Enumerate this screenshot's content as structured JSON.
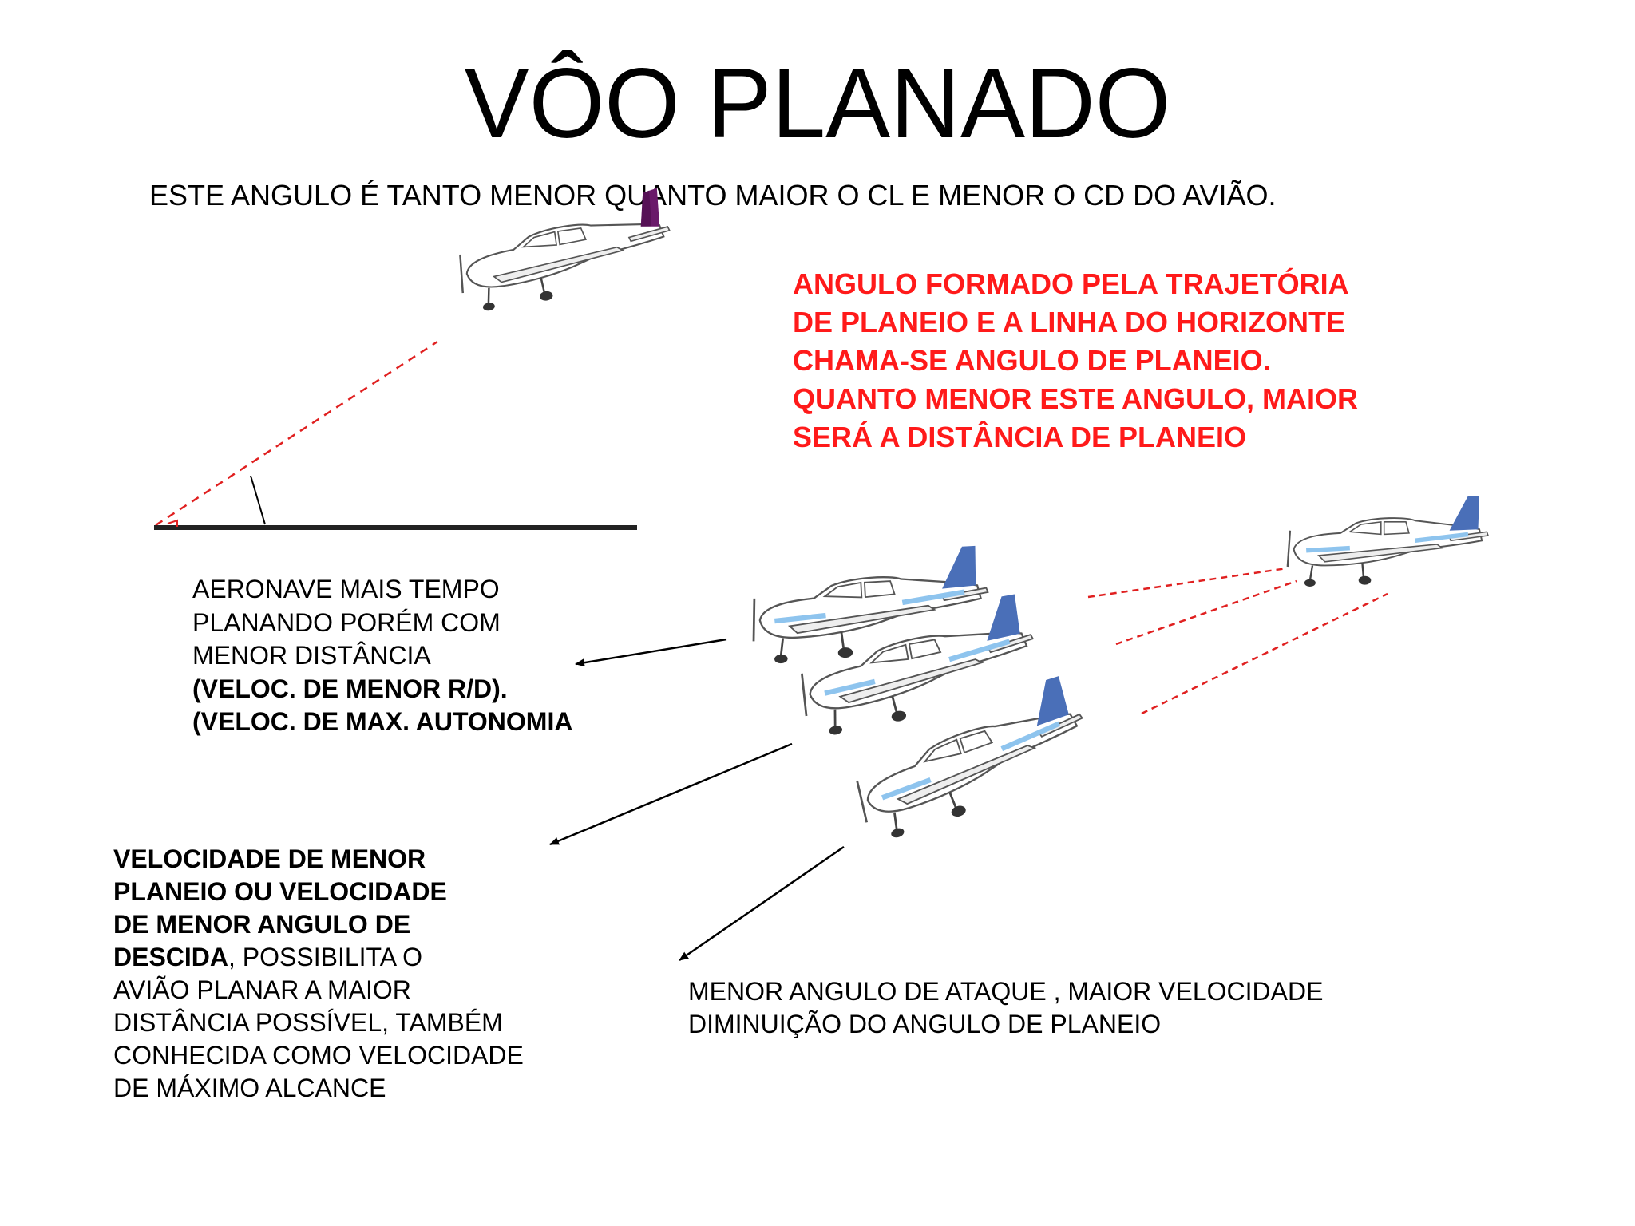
{
  "slide": {
    "title": "VÔO PLANADO",
    "subtitle": "ESTE ANGULO É TANTO MENOR QUANTO MAIOR O CL E MENOR O CD DO AVIÃO.",
    "glide_angle_note": {
      "lines": [
        "ANGULO FORMADO PELA TRAJETÓRIA",
        "DE PLANEIO E A LINHA DO HORIZONTE",
        "CHAMA-SE ANGULO DE PLANEIO.",
        "QUANTO MENOR ESTE ANGULO, MAIOR",
        "SERÁ A DISTÂNCIA DE PLANEIO"
      ],
      "color": "#ff1a1a"
    },
    "max_endurance_note": {
      "lines": [
        "AERONAVE MAIS TEMPO",
        "PLANANDO PORÉM COM",
        "MENOR DISTÂNCIA"
      ],
      "bold_lines": [
        "(VELOC. DE MENOR R/D).",
        "(VELOC. DE MAX. AUTONOMIA"
      ]
    },
    "max_range_note": {
      "bold_lines": [
        "VELOCIDADE DE MENOR",
        "PLANEIO OU VELOCIDADE",
        "DE MENOR ANGULO DE"
      ],
      "bold_prefix": "DESCIDA",
      "prefix_rest": ", POSSIBILITA O",
      "lines": [
        "AVIÃO PLANAR A MAIOR",
        "DISTÂNCIA POSSÍVEL, TAMBÉM",
        "CONHECIDA COMO VELOCIDADE",
        "DE MÁXIMO ALCANCE"
      ]
    },
    "high_speed_note": {
      "lines": [
        "MENOR ANGULO DE ATAQUE , MAIOR VELOCIDADE",
        "DIMINUIÇÃO DO ANGULO DE PLANEIO"
      ]
    },
    "colors": {
      "dash_red": "#e02020",
      "tail_purple": "#6a1a6a",
      "tail_blue": "#4a6fb8",
      "stripe_blue": "#8ec4ee",
      "text": "#000000"
    },
    "icons": [
      "airplane-purple-tail-icon",
      "airplane-blue-tail-icon",
      "arrow-icon"
    ]
  }
}
